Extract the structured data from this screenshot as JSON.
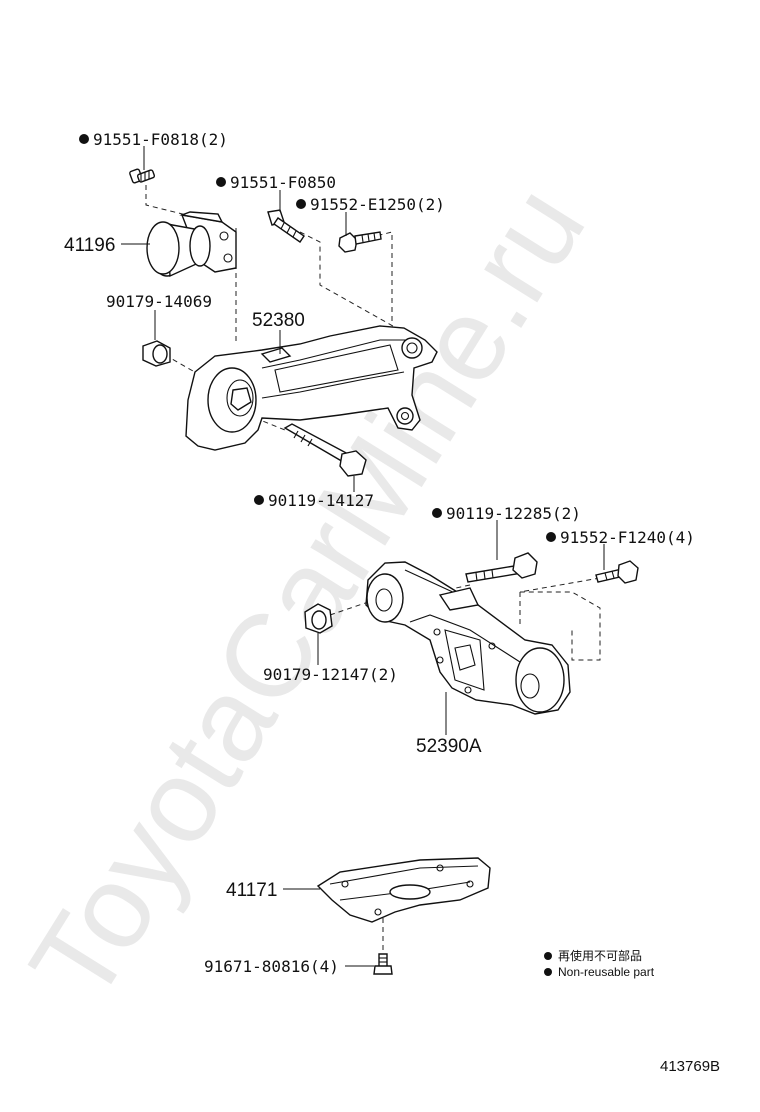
{
  "watermark": "ToyotaCarMine.ru",
  "labels": {
    "p91551_f0818": "91551-F0818(2)",
    "p91551_f0850": "91551-F0850",
    "p91552_e1250": "91552-E1250(2)",
    "p41196": "41196",
    "p90179_14069": "90179-14069",
    "p52380": "52380",
    "p90119_14127": "90119-14127",
    "p90119_12285": "90119-12285(2)",
    "p91552_f1240": "91552-F1240(4)",
    "p90179_12147": "90179-12147(2)",
    "p52390a": "52390A",
    "p41171": "41171",
    "p91671_80816": "91671-80816(4)"
  },
  "legend": {
    "line1": "再使用不可部品",
    "line2": "Non-reusable part"
  },
  "figure_number": "413769B"
}
